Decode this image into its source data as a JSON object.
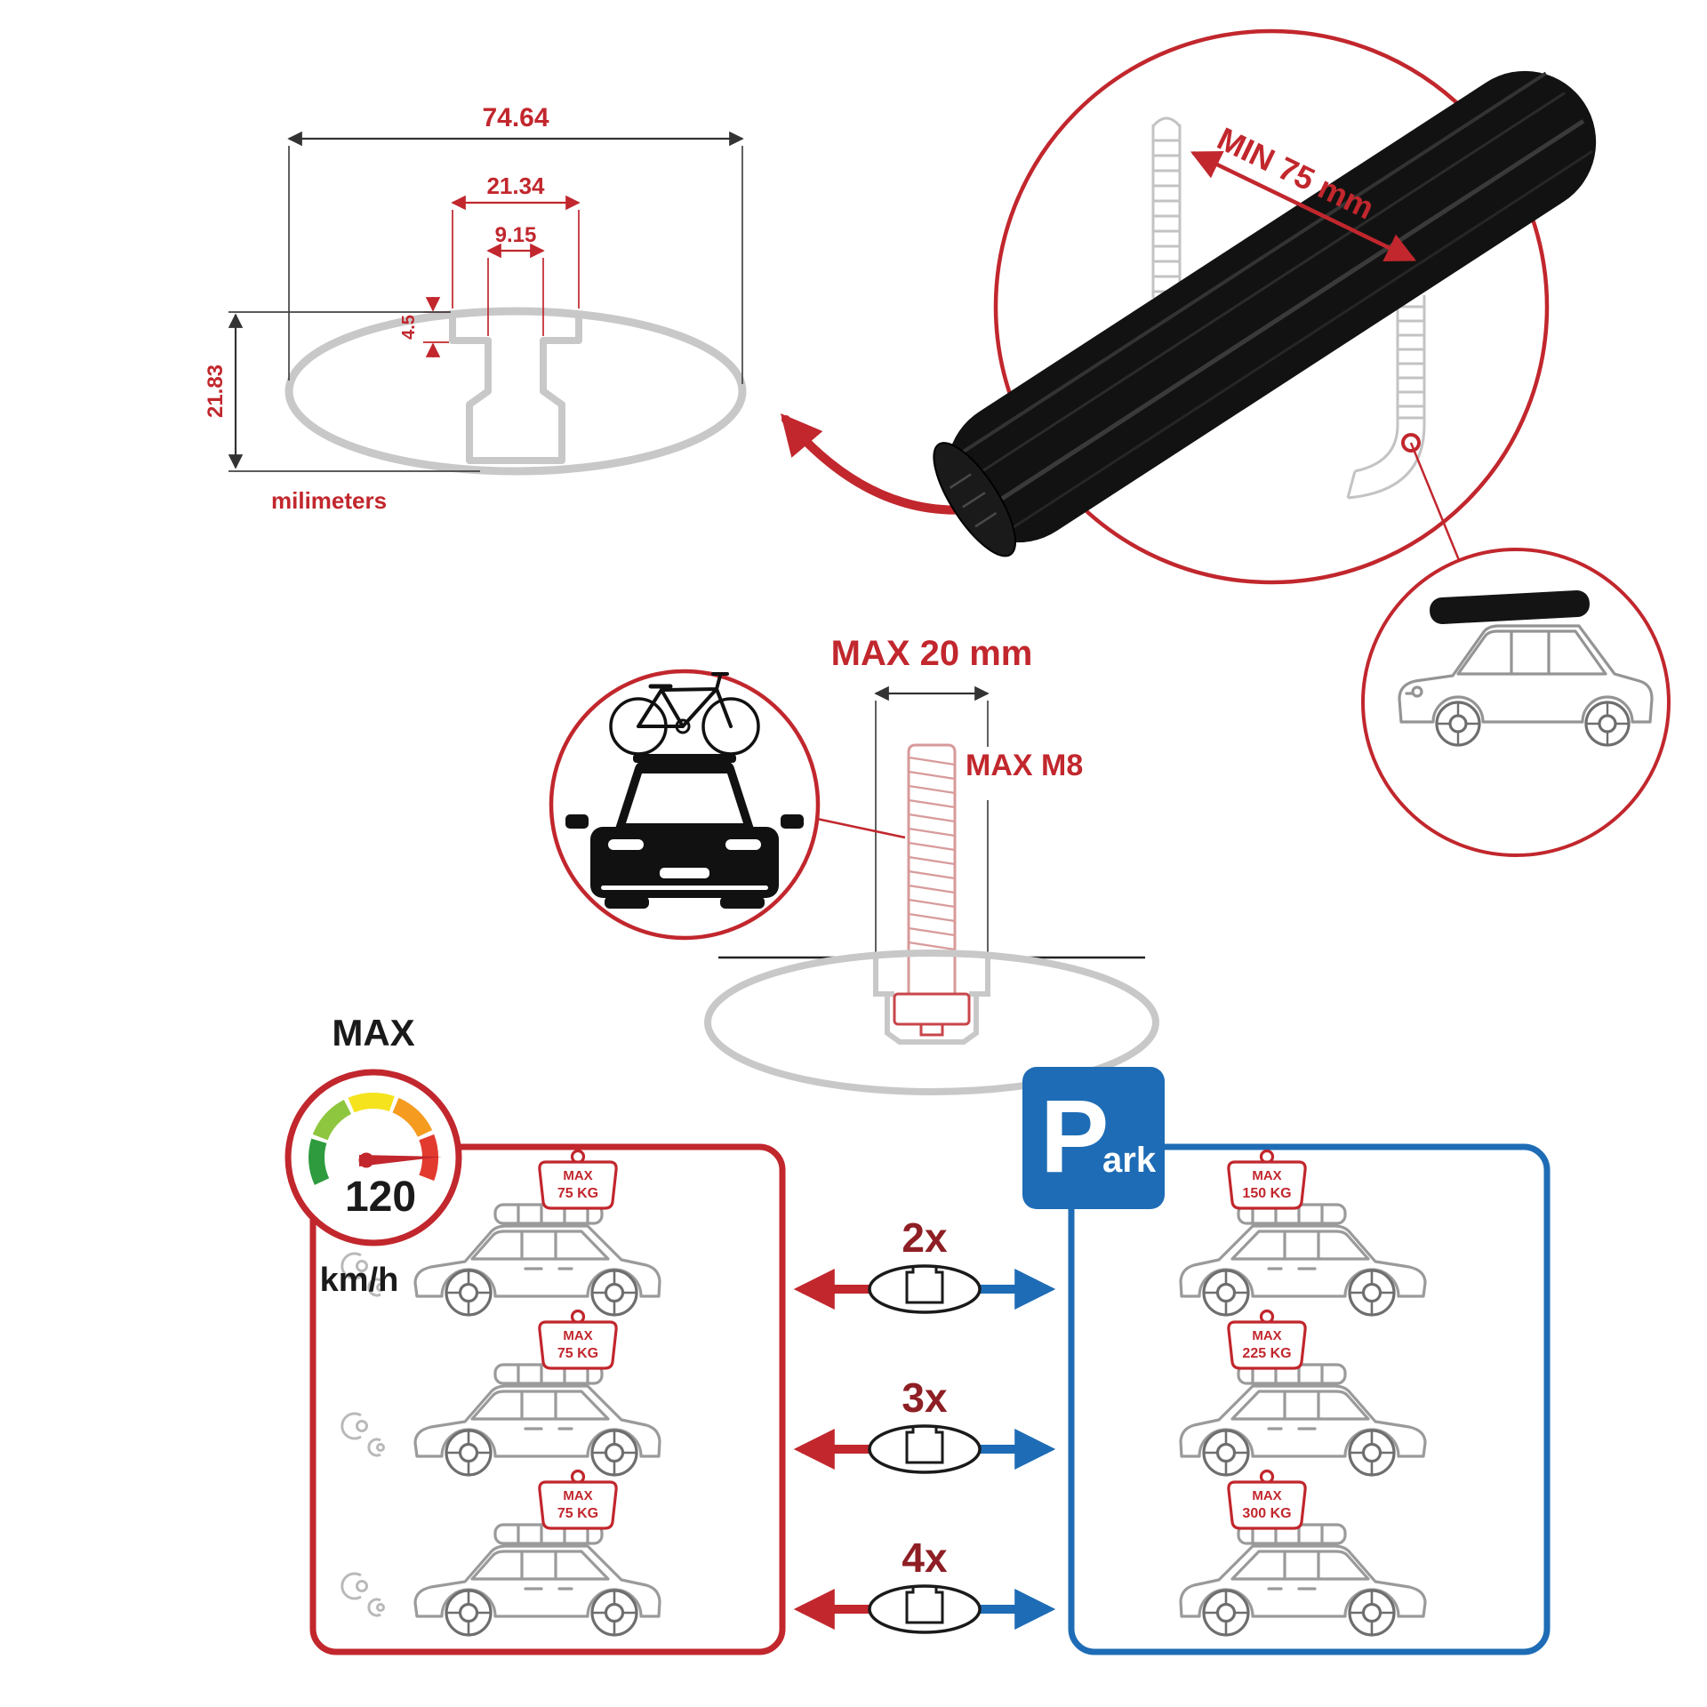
{
  "colors": {
    "accent_red": "#c1272d",
    "accent_blue": "#1e6cb5",
    "ghost_gray": "#c8c8c8",
    "multiplier_red": "#8e1f24",
    "bar_black": "#121212"
  },
  "profile_dimensions": {
    "total_width": "74.64",
    "slot_width": "21.34",
    "channel_width": "9.15",
    "lip_depth": "4.5",
    "profile_height": "21.83",
    "units_label": "milimeters"
  },
  "clamp_detail": {
    "min_span_label": "MIN 75 mm"
  },
  "bolt_detail": {
    "max_width_label": "MAX 20 mm",
    "max_thread_label": "MAX M8"
  },
  "speed_limit": {
    "title": "MAX",
    "value": "120",
    "unit": "km/h"
  },
  "parking_sign": {
    "initial": "P",
    "rest": "ark"
  },
  "load_table": {
    "moving_cars": [
      {
        "badge_line1": "MAX",
        "badge_line2": "75 KG"
      },
      {
        "badge_line1": "MAX",
        "badge_line2": "75 KG"
      },
      {
        "badge_line1": "MAX",
        "badge_line2": "75 KG"
      }
    ],
    "bar_counts": [
      "2x",
      "3x",
      "4x"
    ],
    "parked_cars": [
      {
        "badge_line1": "MAX",
        "badge_line2": "150 KG"
      },
      {
        "badge_line1": "MAX",
        "badge_line2": "225 KG"
      },
      {
        "badge_line1": "MAX",
        "badge_line2": "300 KG"
      }
    ]
  }
}
